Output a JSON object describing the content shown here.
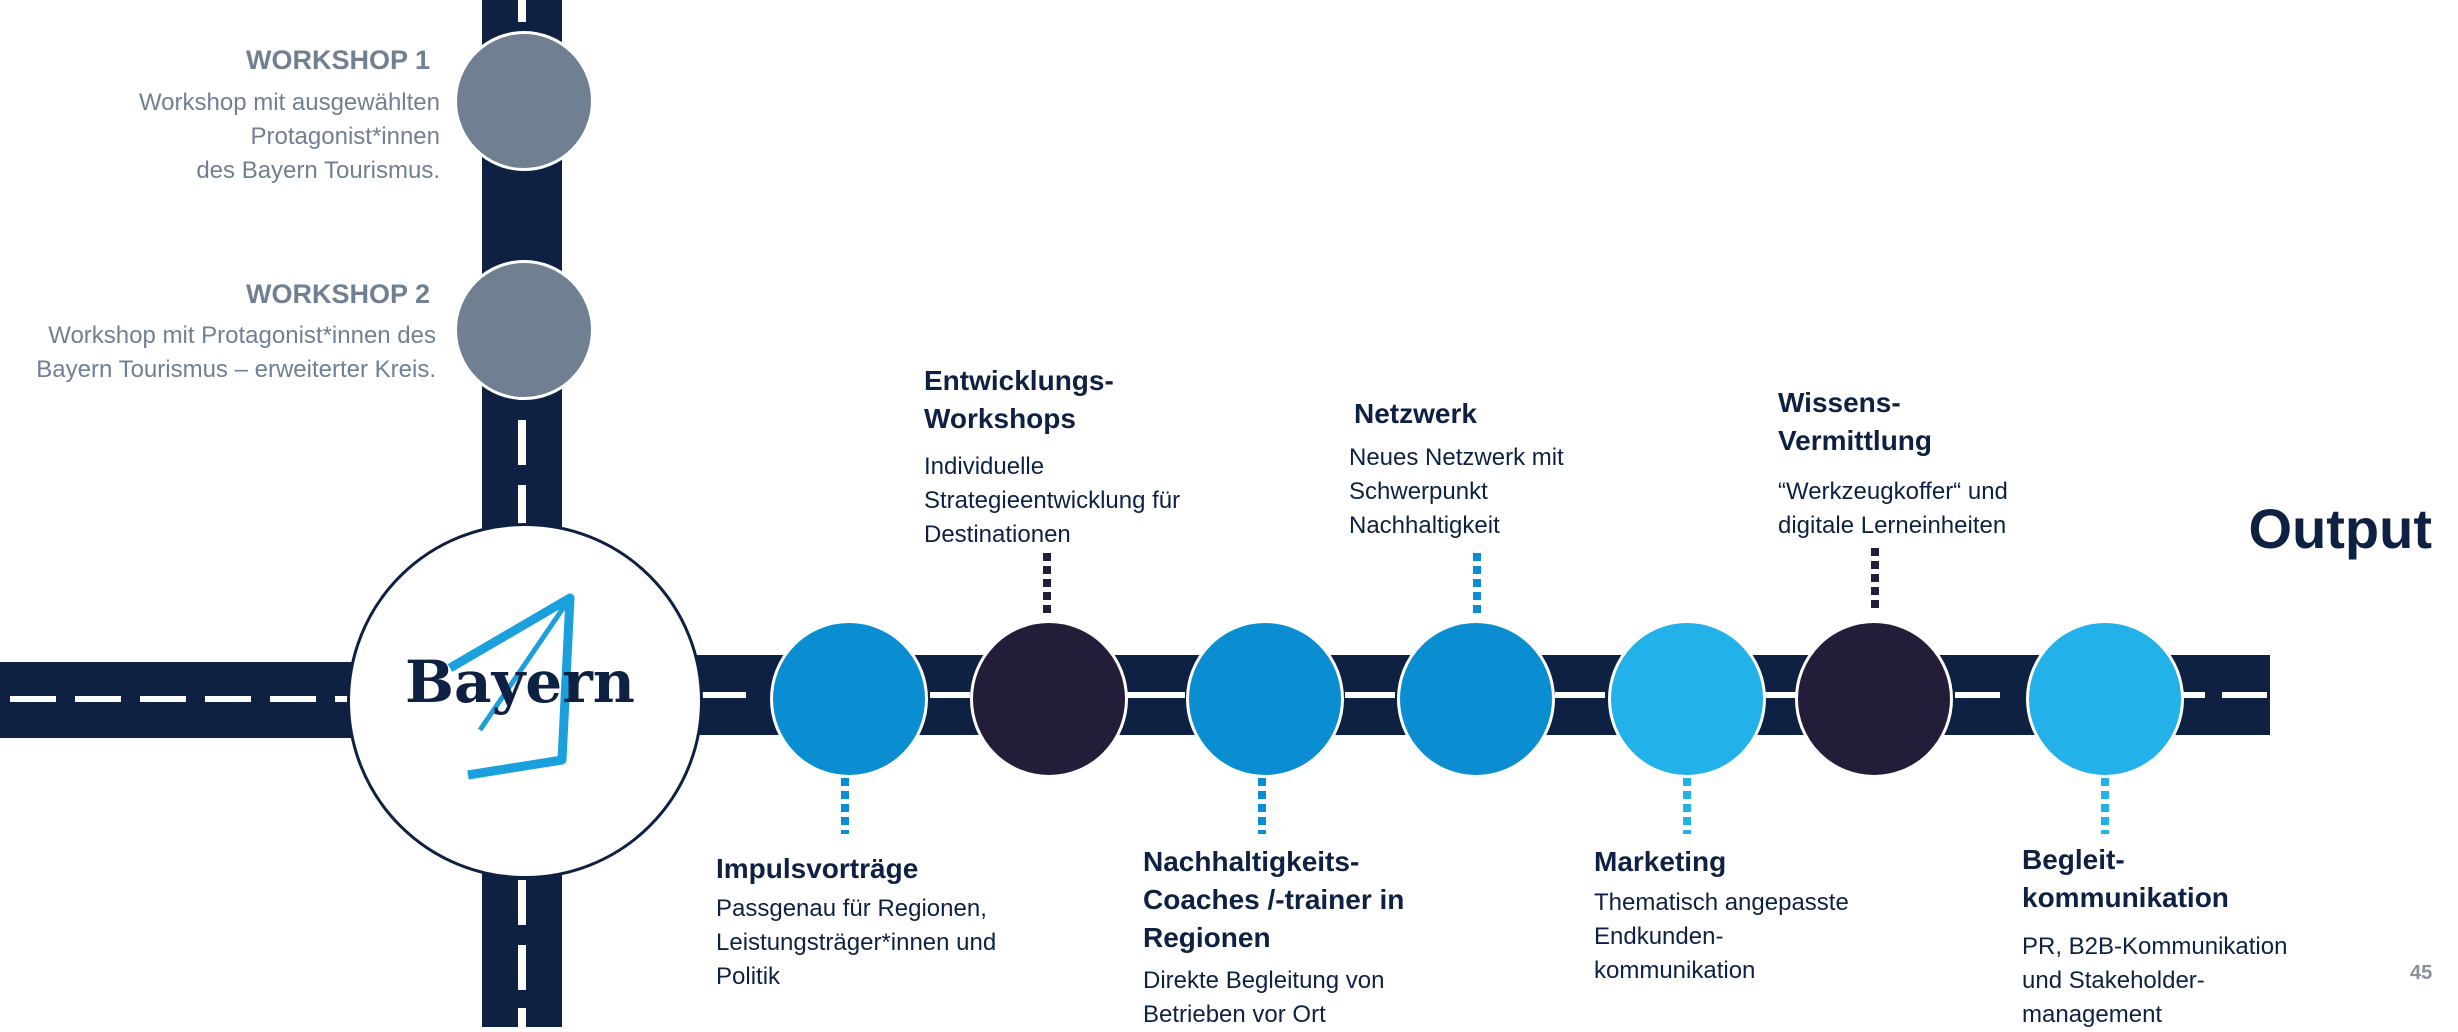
{
  "workshops": [
    {
      "title": "WORKSHOP 1",
      "desc_lines": [
        "Workshop  mit ausgewählten",
        "Protagonist*innen",
        "des Bayern Tourismus."
      ]
    },
    {
      "title": "WORKSHOP 2",
      "desc_lines": [
        "Workshop  mit Protagonist*innen des",
        "Bayern Tourismus – erweiterter Kreis."
      ]
    }
  ],
  "logo": {
    "text": "Bayern"
  },
  "steps": [
    {
      "title_lines": [
        "Impulsvorträge"
      ],
      "desc_lines": [
        "Passgenau für Regionen,",
        "Leistungsträger*innen und",
        "Politik"
      ]
    },
    {
      "title_lines": [
        "Entwicklungs-",
        "Workshops"
      ],
      "desc_lines": [
        "Individuelle",
        "Strategieentwicklung für",
        "Destinationen"
      ]
    },
    {
      "title_lines": [
        "Nachhaltigkeits-",
        "Coaches /-trainer in",
        "Regionen"
      ],
      "desc_lines": [
        "Direkte Begleitung von",
        "Betrieben vor Ort"
      ]
    },
    {
      "title_lines": [
        "Netzwerk"
      ],
      "desc_lines": [
        "Neues Netzwerk mit",
        "Schwerpunkt",
        "Nachhaltigkeit"
      ]
    },
    {
      "title_lines": [
        "Marketing"
      ],
      "desc_lines": [
        "Thematisch angepasste",
        "Endkunden-",
        "kommunikation"
      ]
    },
    {
      "title_lines": [
        "Wissens-",
        "Vermittlung"
      ],
      "desc_lines": [
        "“Werkzeugkoffer“ und",
        "digitale Lerneinheiten"
      ]
    },
    {
      "title_lines": [
        "Begleit-",
        "kommunikation"
      ],
      "desc_lines": [
        "PR, B2B-Kommunikation",
        "und Stakeholder-",
        "management"
      ]
    }
  ],
  "output_label": "Output",
  "page_number": "45",
  "colors": {
    "road": "#0e2142",
    "workshop_node": "#717f93",
    "blue_node": "#0a8ed1",
    "light_blue_node": "#22b1e8",
    "dark_node": "#241d39",
    "logo_blue": "#1aa0dc"
  }
}
